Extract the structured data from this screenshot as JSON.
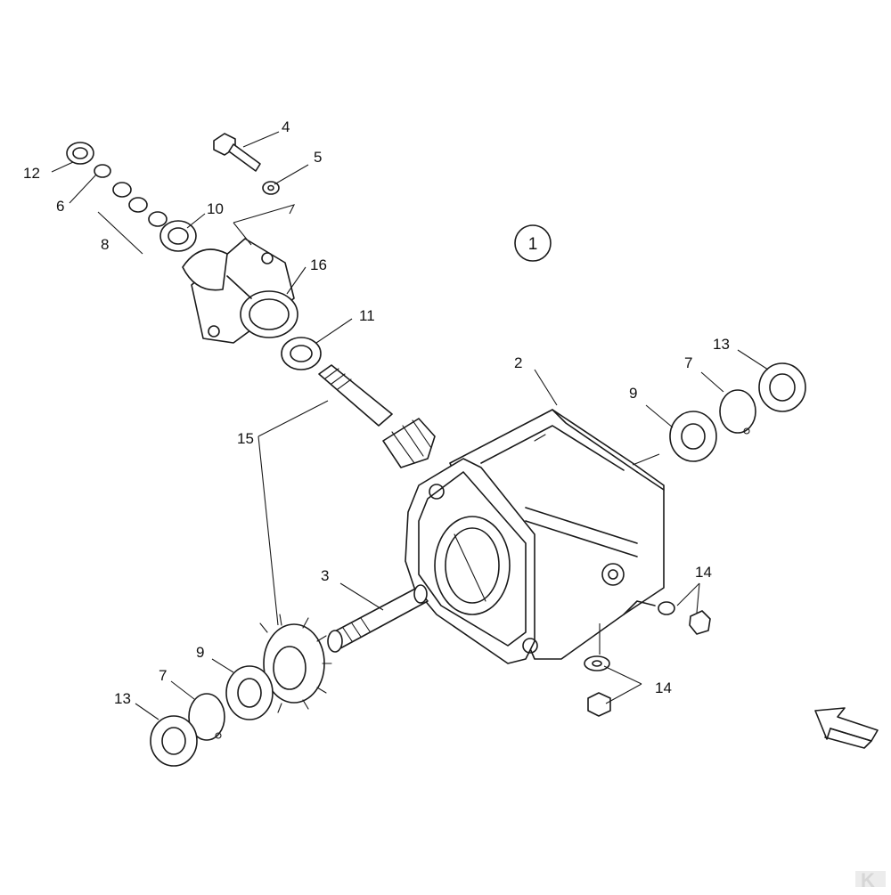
{
  "assembly_label": "1",
  "callouts": {
    "c2": "2",
    "c3": "3",
    "c4": "4",
    "c5": "5",
    "c6": "6",
    "c7_top": "7",
    "c7_bottom": "7",
    "c8": "8",
    "c9_top": "9",
    "c9_bottom": "9",
    "c10": "10",
    "c11": "11",
    "c12": "12",
    "c13_top": "13",
    "c13_bottom": "13",
    "c14_right": "14",
    "c14_bottom": "14",
    "c15": "15",
    "c16": "16"
  },
  "watermark": "K"
}
